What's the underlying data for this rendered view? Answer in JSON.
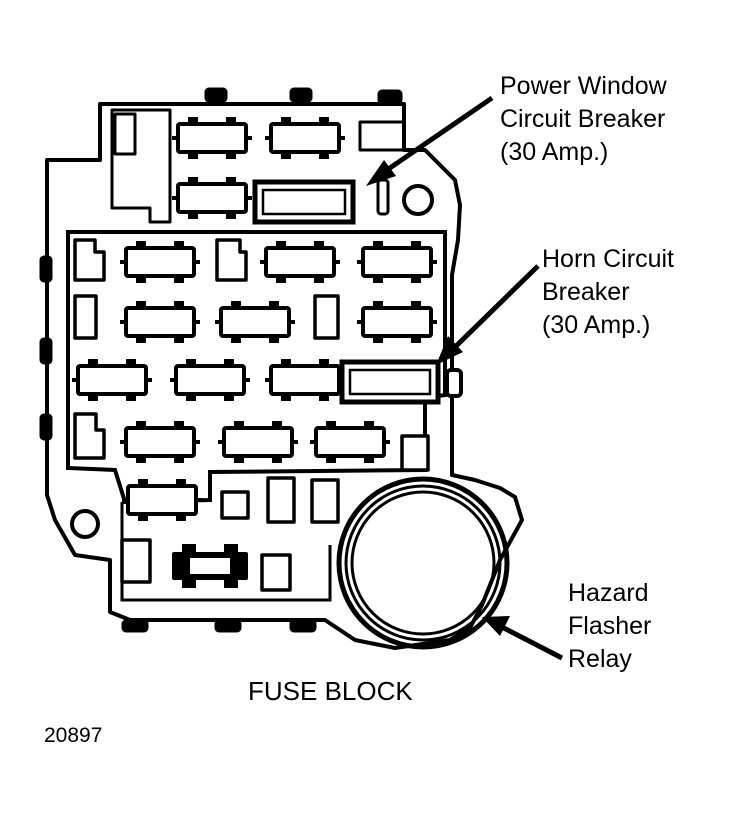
{
  "labels": {
    "power_window": [
      "Power Window",
      "Circuit Breaker",
      "(30 Amp.)"
    ],
    "horn": [
      "Horn Circuit",
      "Breaker",
      "(30 Amp.)"
    ],
    "hazard": [
      "Hazard",
      "Flasher",
      "Relay"
    ]
  },
  "caption": "FUSE BLOCK",
  "figure_number": "20897",
  "colors": {
    "ink": "#000000",
    "paper": "#ffffff"
  }
}
